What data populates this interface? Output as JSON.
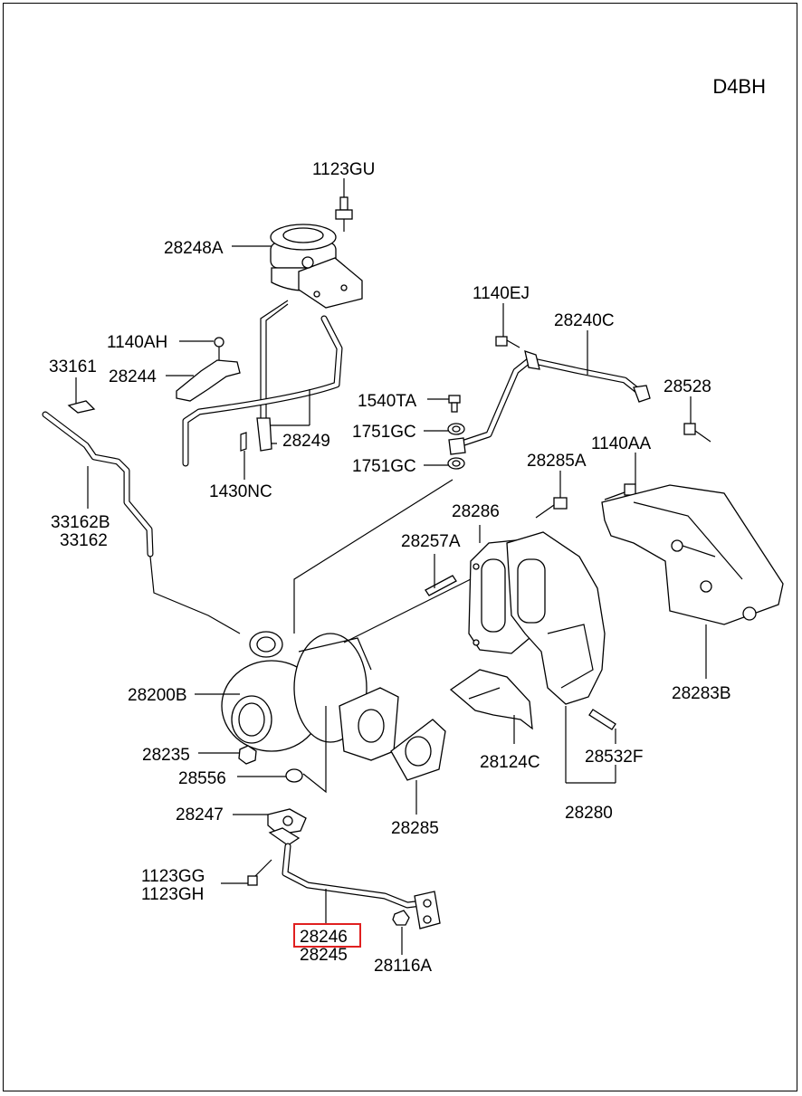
{
  "engine_code": "D4BH",
  "highlight_color": "#e02020",
  "labels": {
    "p1123GU": "1123GU",
    "p28248A": "28248A",
    "p1140EJ": "1140EJ",
    "p28240C": "28240C",
    "p1140AH": "1140AH",
    "p33161": "33161",
    "p28244": "28244",
    "p28528": "28528",
    "p1540TA": "1540TA",
    "p1751GC_a": "1751GC",
    "p1751GC_b": "1751GC",
    "p28249": "28249",
    "p1140AA": "1140AA",
    "p1430NC": "1430NC",
    "p28285A": "28285A",
    "p33162B": "33162B",
    "p33162": "33162",
    "p28286": "28286",
    "p28257A": "28257A",
    "p28200B": "28200B",
    "p28283B": "28283B",
    "p28235": "28235",
    "p28532F": "28532F",
    "p28124C": "28124C",
    "p28556": "28556",
    "p28280": "28280",
    "p28247": "28247",
    "p28285": "28285",
    "p1123GG": "1123GG",
    "p1123GH": "1123GH",
    "p28246": "28246",
    "p28245": "28245",
    "p28116A": "28116A"
  }
}
